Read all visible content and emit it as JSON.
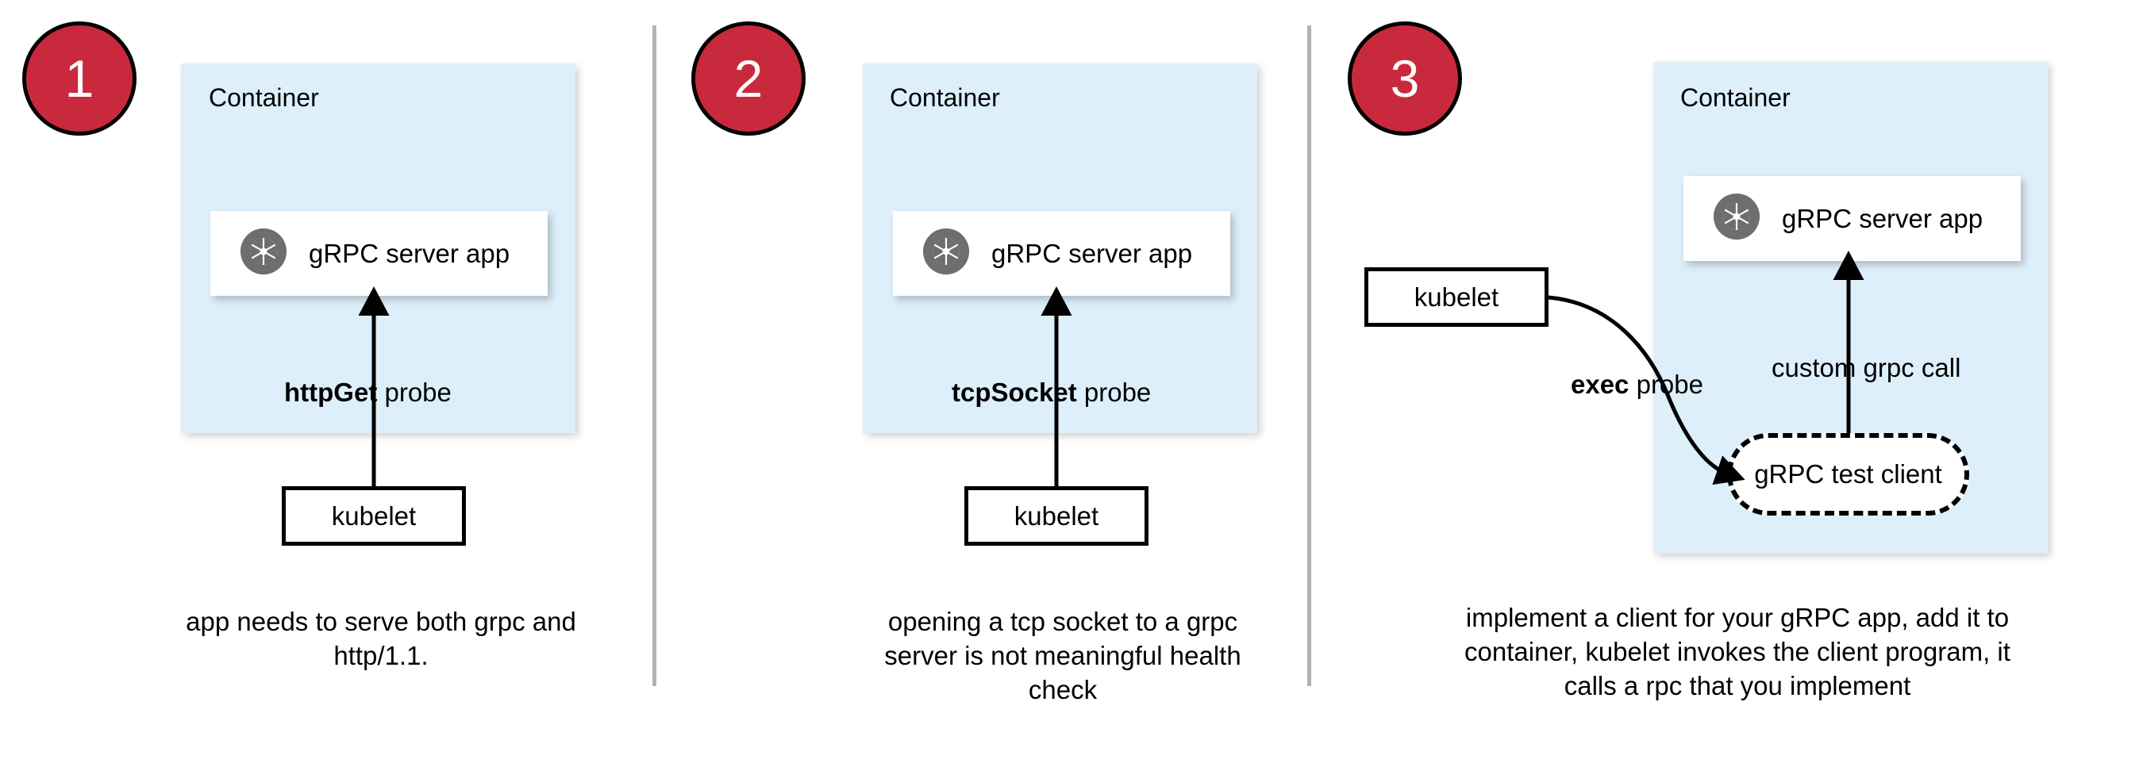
{
  "diagram": {
    "title": "Kubernetes gRPC health probe approaches",
    "colors": {
      "badge_fill": "#c9293c",
      "badge_border": "#000000",
      "badge_text": "#ffffff",
      "container_fill": "#ddeffb",
      "app_card_fill": "#ffffff",
      "icon_gray": "#6e6e6e",
      "divider_gray": "#b3b3b3",
      "stroke_black": "#000000"
    },
    "panels": [
      {
        "badge": "1",
        "container_label": "Container",
        "app_card": {
          "icon": "aperture-icon",
          "label": "gRPC server app"
        },
        "probe_label_bold": "httpGet",
        "probe_label_rest": " probe",
        "kubelet_label": "kubelet",
        "caption": "app needs to serve both grpc and http/1.1."
      },
      {
        "badge": "2",
        "container_label": "Container",
        "app_card": {
          "icon": "aperture-icon",
          "label": "gRPC server app"
        },
        "probe_label_bold": "tcpSocket",
        "probe_label_rest": " probe",
        "kubelet_label": "kubelet",
        "caption": "opening a tcp socket to a grpc server is not meaningful health check"
      },
      {
        "badge": "3",
        "container_label": "Container",
        "app_card": {
          "icon": "aperture-icon",
          "label": "gRPC server app"
        },
        "probe_label_bold": "exec",
        "probe_label_rest": " probe",
        "call_label": "custom grpc call",
        "kubelet_label": "kubelet",
        "test_client_label": "gRPC test client",
        "caption": "implement a client for your gRPC app, add it to container, kubelet invokes the client program, it calls a rpc that you implement"
      }
    ]
  }
}
